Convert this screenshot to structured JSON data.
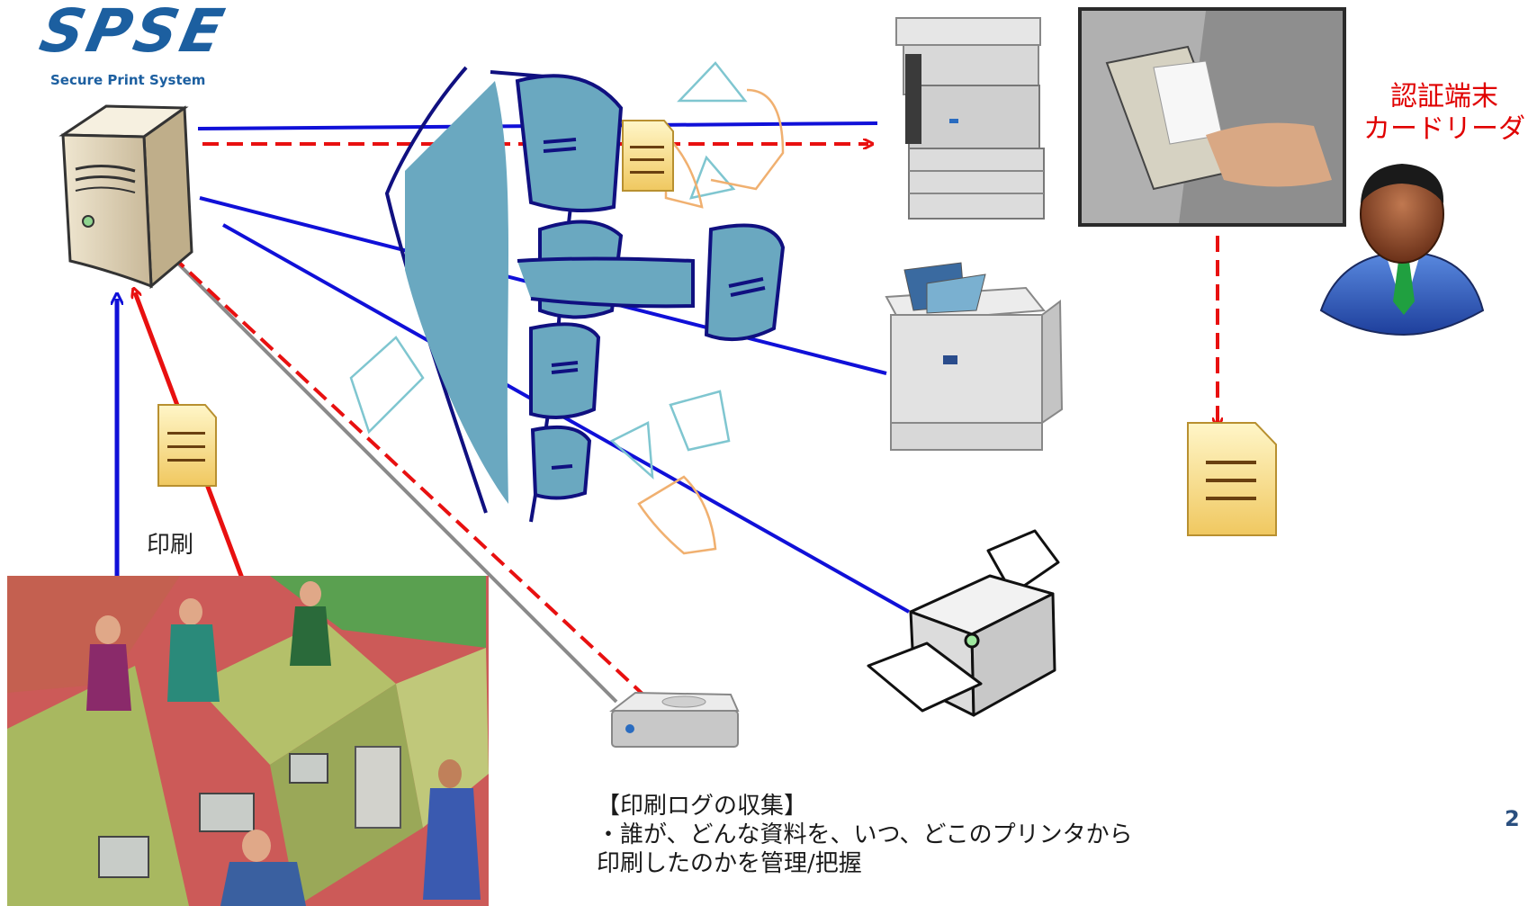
{
  "logo": {
    "main": "SPSE",
    "subtitle": "Secure Print System"
  },
  "labels": {
    "print": "印刷",
    "reader_line1": "認証端末",
    "reader_line2": "カードリーダ",
    "log_title": "【印刷ログの収集】",
    "log_line1": "・誰が、どんな資料を、いつ、どこのプリンタから",
    "log_line2": "印刷したのかを管理/把握",
    "page_number": "2"
  },
  "colors": {
    "blue_line": "#1010d8",
    "red_line": "#e81010",
    "gray_line": "#8a8a8a",
    "firewall_fill": "#6aa8c0",
    "firewall_outline": "#101080",
    "paper_teal": "#7fc6d0",
    "paper_orange": "#f0b070",
    "doc_fill": "#f8e49a",
    "logo": "#1c5fa0"
  },
  "icons": [
    "server-icon",
    "firewall-icon",
    "copier-icon",
    "color-printer-icon",
    "inkjet-printer-icon",
    "card-reader-photo",
    "user-icon",
    "document-icon",
    "office-illustration",
    "storage-icon"
  ]
}
